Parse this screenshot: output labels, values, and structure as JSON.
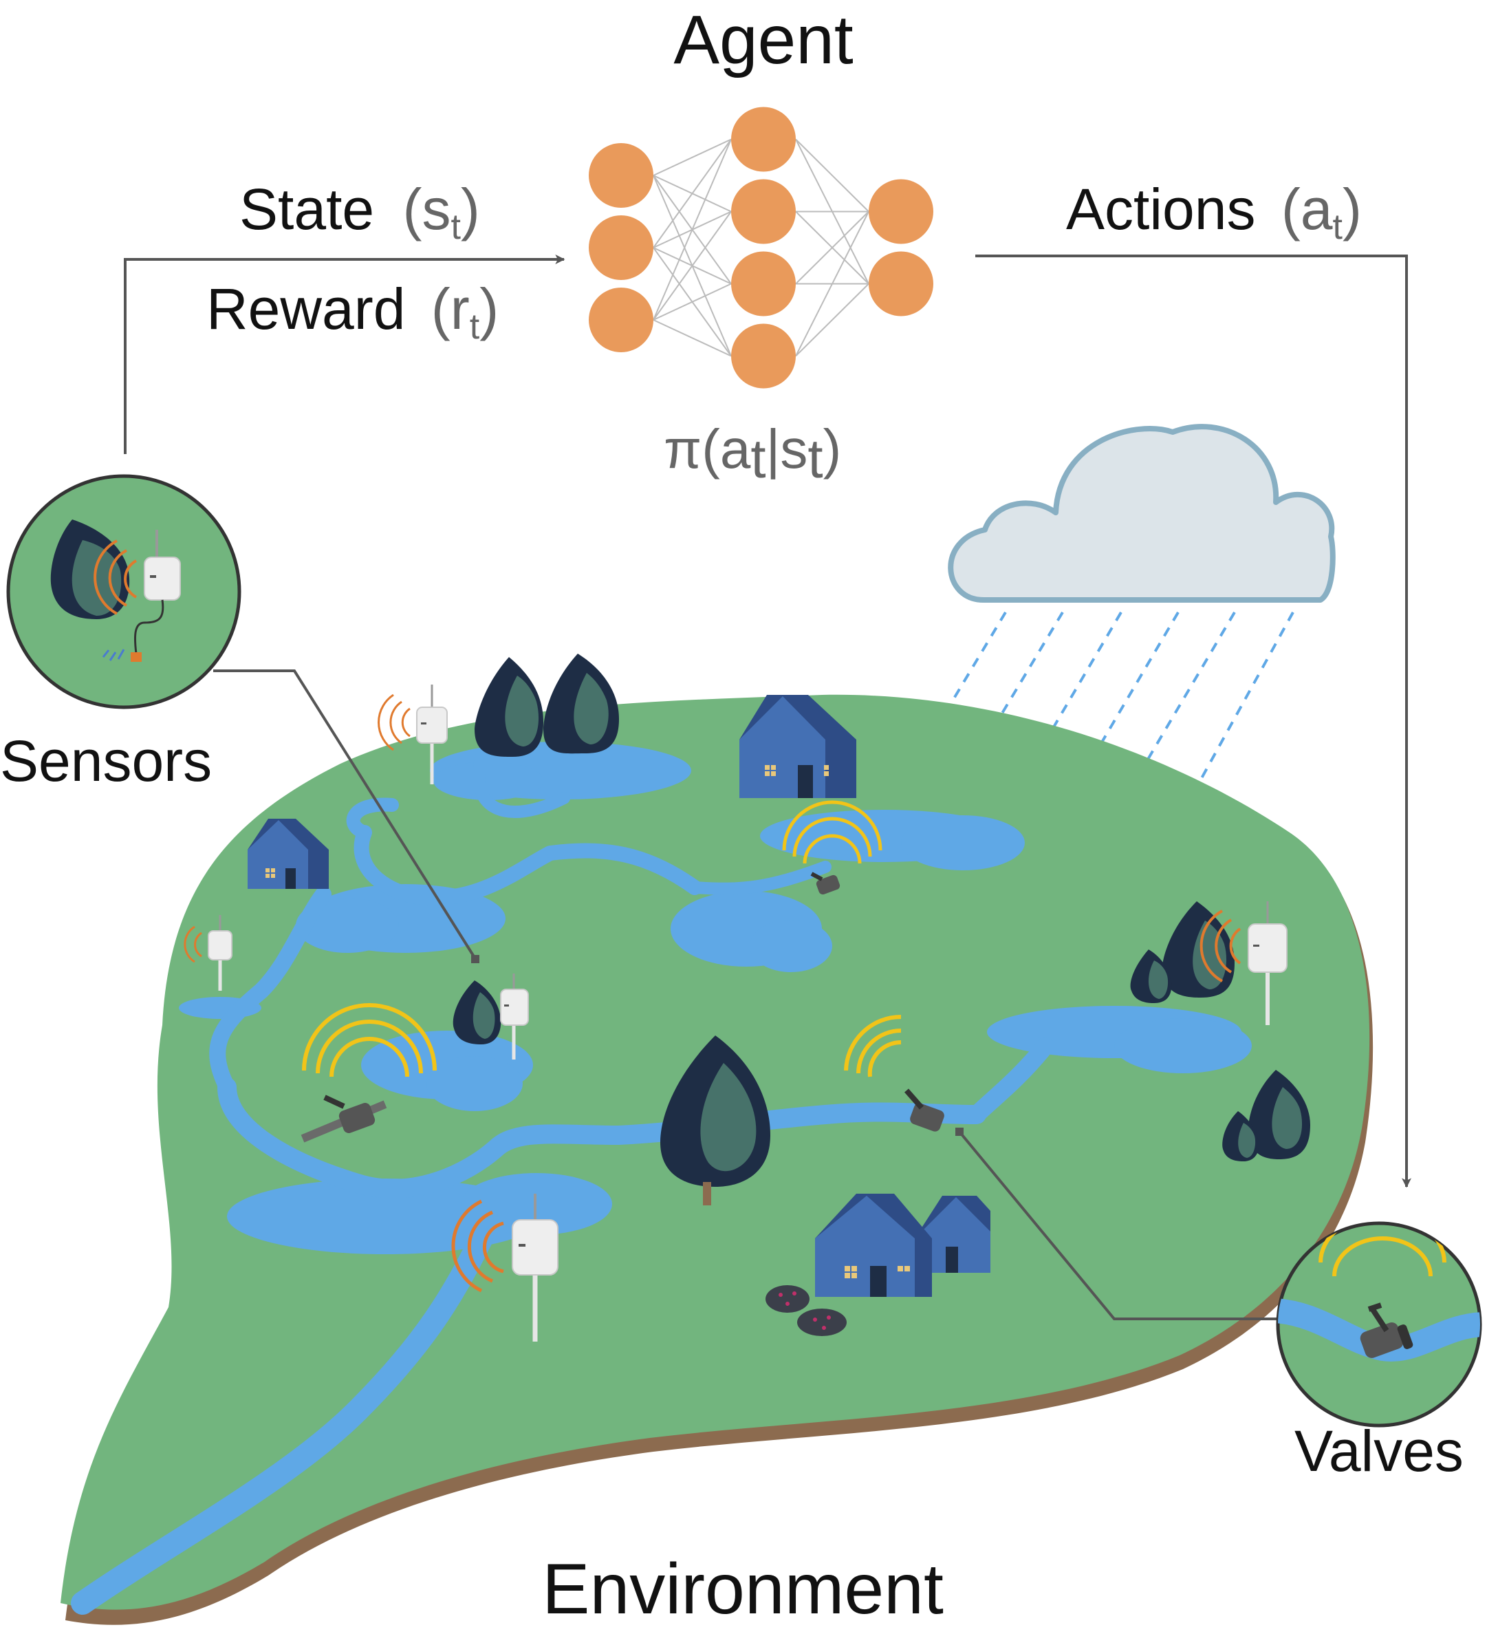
{
  "title": "Agent",
  "environment_label": "Environment",
  "inputs": {
    "state_label": "State",
    "state_symbol": "(s",
    "state_sub": "t",
    "state_close": ")",
    "reward_label": "Reward",
    "reward_symbol": "(r",
    "reward_sub": "t",
    "reward_close": ")"
  },
  "outputs": {
    "actions_label": "Actions",
    "actions_symbol": "(a",
    "actions_sub": "t",
    "actions_close": ")"
  },
  "policy": {
    "prefix": "π(a",
    "sub1": "t",
    "mid": "|s",
    "sub2": "t",
    "close": ")"
  },
  "network": {
    "layers": [
      3,
      4,
      2
    ]
  },
  "callouts": {
    "sensors": "Sensors",
    "valves": "Valves"
  },
  "colors": {
    "neuron": "#E99A5B",
    "land": "#72B57E",
    "soil": "#8C6B4F",
    "water": "#5FA8E6",
    "house": "#4470B4",
    "tree_dark": "#1E2D45",
    "tree_light": "#47726A",
    "cloud_fill": "#DCE4E9",
    "cloud_stroke": "#88AFC3",
    "signal_sensor": "#E07A2E",
    "signal_valve": "#F2C418",
    "arrow": "#555555"
  }
}
